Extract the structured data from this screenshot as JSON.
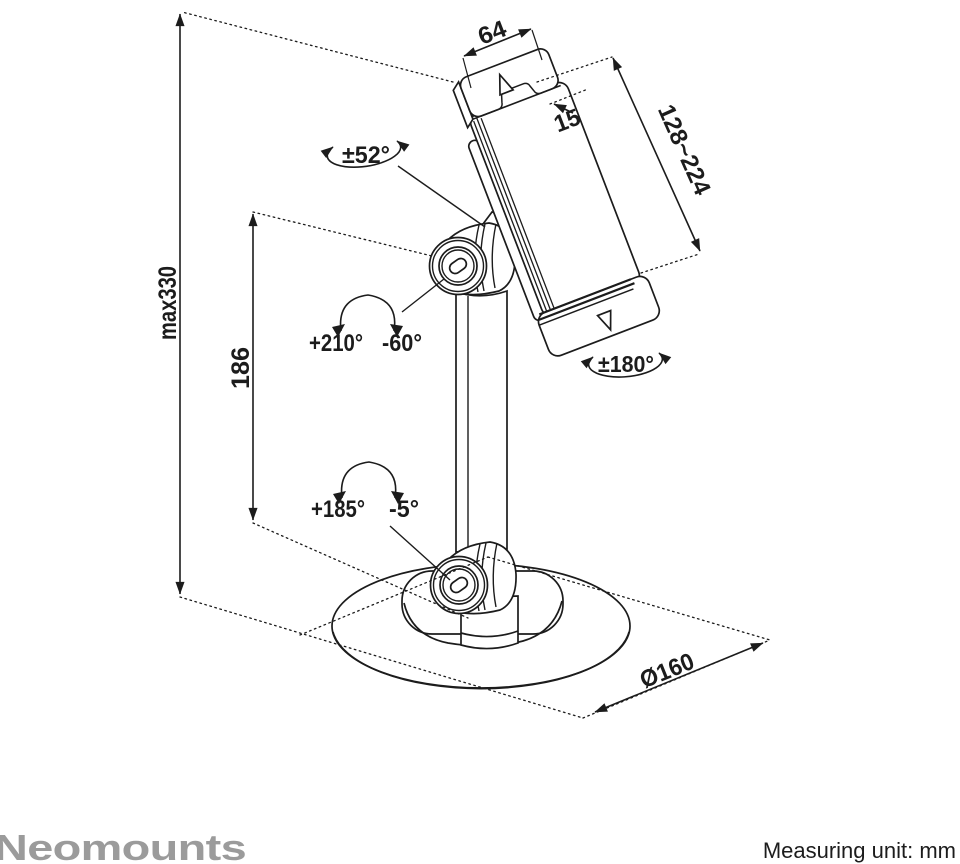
{
  "branding": {
    "logo_text": "Neomounts",
    "logo_color": "#9b9b9b"
  },
  "footer": {
    "measuring_note": "Measuring unit: mm"
  },
  "diagram": {
    "line_color": "#1c1c1c",
    "background": "#ffffff",
    "dimensions": {
      "max_height": {
        "label": "max330"
      },
      "pole_height": {
        "label": "186"
      },
      "clamp_width": {
        "label": "64"
      },
      "clamp_depth": {
        "label": "15"
      },
      "holder_range": {
        "label": "128~224"
      },
      "base_diameter": {
        "label": "Ø160"
      }
    },
    "angles": {
      "upper_tilt": {
        "label": "±52°"
      },
      "upper_swivel_pos": {
        "label": "+210°"
      },
      "upper_swivel_neg": {
        "label": "-60°"
      },
      "holder_rotation": {
        "label": "±180°"
      },
      "base_tilt_pos": {
        "label": "+185°"
      },
      "base_tilt_neg": {
        "label": "-5°"
      }
    },
    "icons": {
      "holder_top_marker": "arrow-up-marker",
      "holder_bottom_marker": "arrow-down-marker"
    }
  }
}
